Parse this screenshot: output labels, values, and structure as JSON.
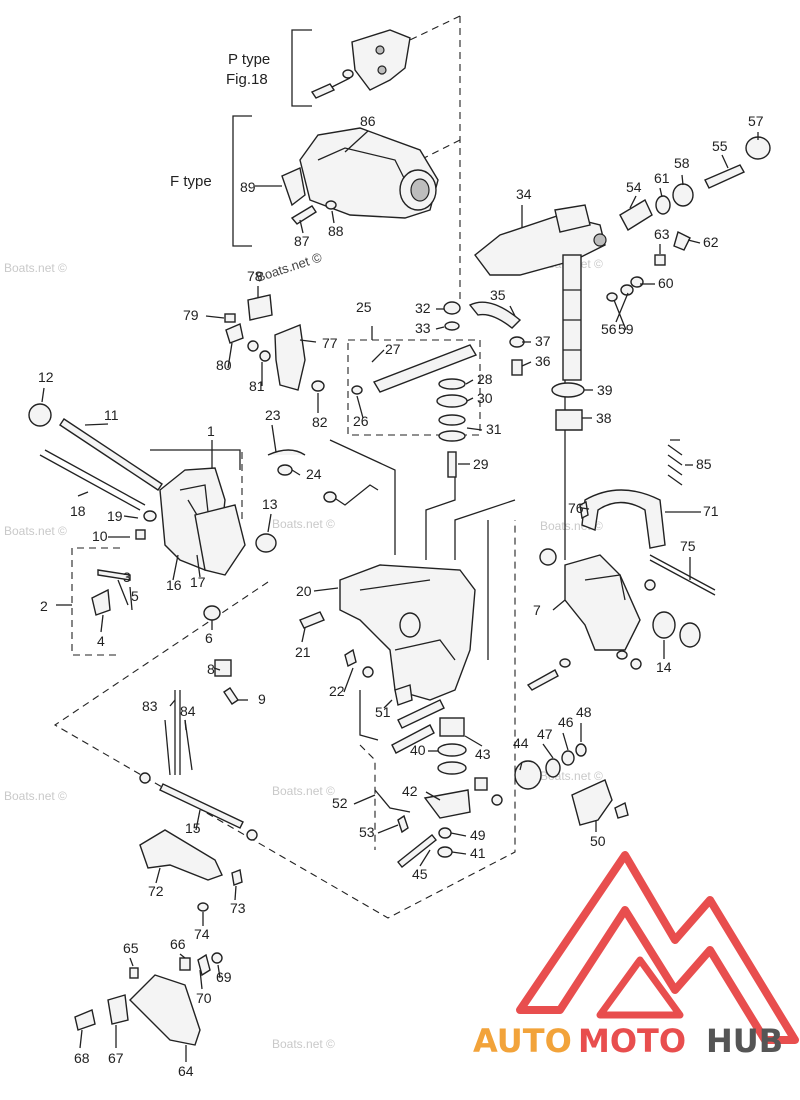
{
  "diagram": {
    "titles": {
      "p_type": "P type",
      "p_type_ref": "Fig.18",
      "f_type": "F type"
    },
    "watermark": "Boats.net",
    "watermark_copyright": "Boats.net ©",
    "logo": {
      "part1": "AUTO",
      "part2": "MOTO",
      "part3": "HUB",
      "color_red": "#e84e4e",
      "color_orange": "#f2a33a",
      "color_dark": "#555555"
    },
    "callouts": [
      "86",
      "89",
      "87",
      "88",
      "34",
      "55",
      "57",
      "54",
      "61",
      "58",
      "63",
      "62",
      "60",
      "59",
      "56",
      "78",
      "79",
      "80",
      "81",
      "77",
      "82",
      "25",
      "27",
      "26",
      "32",
      "33",
      "35",
      "37",
      "36",
      "28",
      "30",
      "31",
      "39",
      "38",
      "29",
      "12",
      "11",
      "1",
      "23",
      "24",
      "18",
      "19",
      "10",
      "13",
      "16",
      "17",
      "3",
      "2",
      "5",
      "4",
      "6",
      "8",
      "9",
      "20",
      "21",
      "22",
      "51",
      "40",
      "43",
      "44",
      "47",
      "46",
      "48",
      "45",
      "42",
      "49",
      "41",
      "52",
      "53",
      "50",
      "85",
      "76",
      "71",
      "75",
      "7",
      "14",
      "15",
      "72",
      "73",
      "74",
      "65",
      "66",
      "69",
      "70",
      "64",
      "67",
      "68",
      "83",
      "84"
    ]
  }
}
